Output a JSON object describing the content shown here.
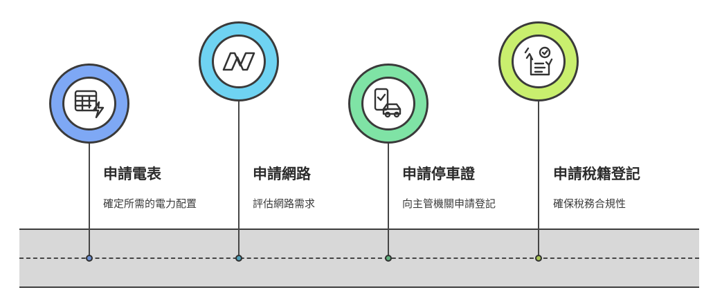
{
  "steps": [
    {
      "title": "申請電表",
      "desc": "確定所需的電力配置",
      "icon": "spreadsheet-lightning-icon",
      "color": "#7ea8f5"
    },
    {
      "title": "申請網路",
      "desc": "評估網路需求",
      "icon": "network-wave-icon",
      "color": "#6fd3f2"
    },
    {
      "title": "申請停車證",
      "desc": "向主管機關申請登記",
      "icon": "phone-car-icon",
      "color": "#7fe3a5"
    },
    {
      "title": "申請稅籍登記",
      "desc": "確保稅務合規性",
      "icon": "tax-document-check-icon",
      "color": "#c9ef6e"
    }
  ]
}
